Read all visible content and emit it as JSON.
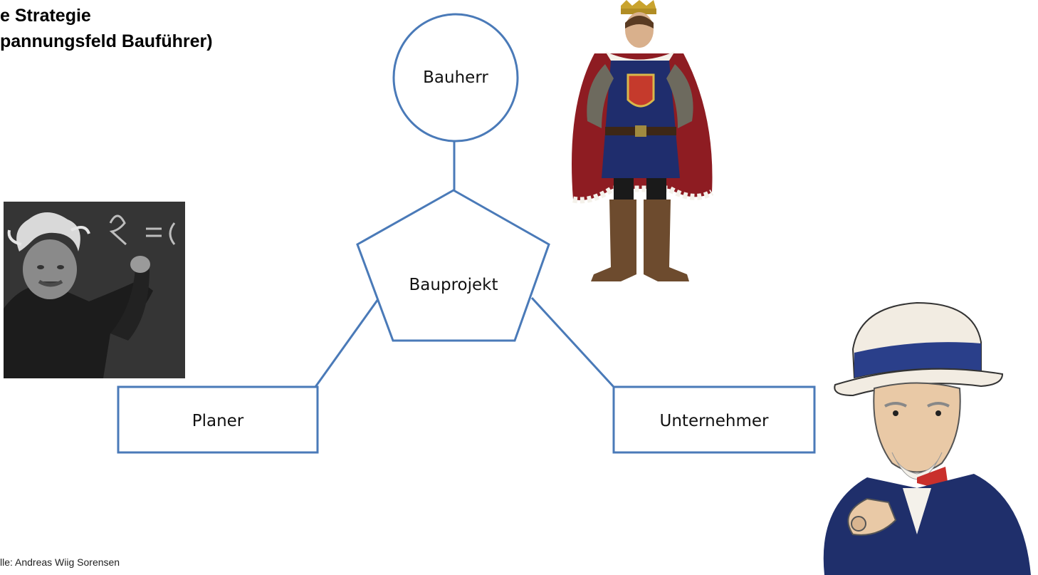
{
  "title": {
    "line1": "e Strategie",
    "line2": "pannungsfeld Bauführer)"
  },
  "nodes": {
    "bauherr": "Bauherr",
    "bauprojekt": "Bauprojekt",
    "planer": "Planer",
    "unternehmer": "Unternehmer"
  },
  "source_note": "lle: Andreas Wiig Sorensen",
  "colors": {
    "shape_stroke": "#4a7ab8",
    "text": "#111111"
  },
  "images": {
    "scientist": "photo-of-scientist-at-chalkboard",
    "king": "photo-of-king-costume",
    "uncle_sam": "illustration-of-uncle-sam-pointing"
  }
}
